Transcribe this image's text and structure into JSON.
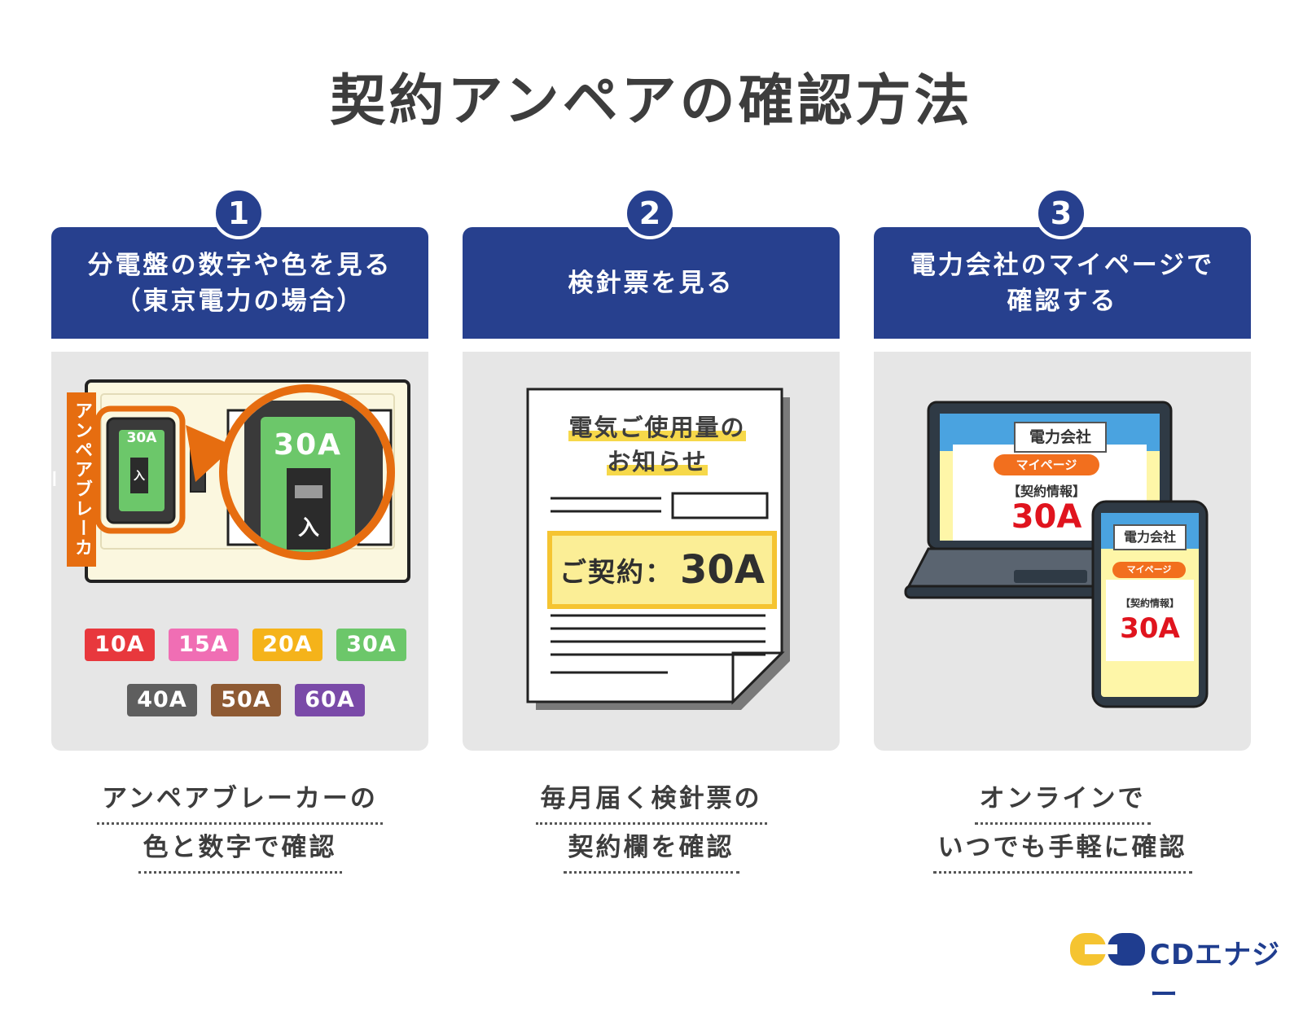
{
  "title": "契約アンペアの確認方法",
  "steps": [
    {
      "number": "1",
      "heading_line1": "分電盤の数字や色を見る",
      "heading_line2": "（東京電力の場合）",
      "caption_line1": "アンペアブレーカーの",
      "caption_line2": "色と数字で確認"
    },
    {
      "number": "2",
      "heading_line1": "検針票を見る",
      "caption_line1": "毎月届く検針票の",
      "caption_line2": "契約欄を確認"
    },
    {
      "number": "3",
      "heading_line1": "電力会社のマイページで",
      "heading_line2": "確認する",
      "caption_line1": "オンラインで",
      "caption_line2": "いつでも手軽に確認"
    }
  ],
  "breaker": {
    "vertical_label": "アンペアブレーカー",
    "small_value": "30A",
    "small_switch": "入",
    "zoom_value": "30A",
    "zoom_switch": "入"
  },
  "amp_colors": [
    {
      "label": "10A",
      "color": "#e8383d"
    },
    {
      "label": "15A",
      "color": "#f06eb4"
    },
    {
      "label": "20A",
      "color": "#f5b31a"
    },
    {
      "label": "30A",
      "color": "#6cc76a"
    },
    {
      "label": "40A",
      "color": "#5e5e5e"
    },
    {
      "label": "50A",
      "color": "#8e5a33"
    },
    {
      "label": "60A",
      "color": "#7a4aa8"
    }
  ],
  "bill": {
    "title_line1": "電気ご使用量の",
    "title_line2": "お知らせ",
    "contract_label": "ご契約：",
    "contract_value": "30A"
  },
  "laptop": {
    "company": "電力会社",
    "mypage": "マイページ",
    "info": "【契約情報】",
    "value": "30A"
  },
  "phone": {
    "company": "電力会社",
    "mypage": "マイページ",
    "info": "【契約情報】",
    "value": "30A"
  },
  "logo": {
    "text": "CDエナジー"
  },
  "colors": {
    "navy": "#27408e",
    "orange": "#e66d10",
    "panel": "#e6e6e6",
    "red": "#e0141e",
    "highlight": "#f6d84a"
  }
}
